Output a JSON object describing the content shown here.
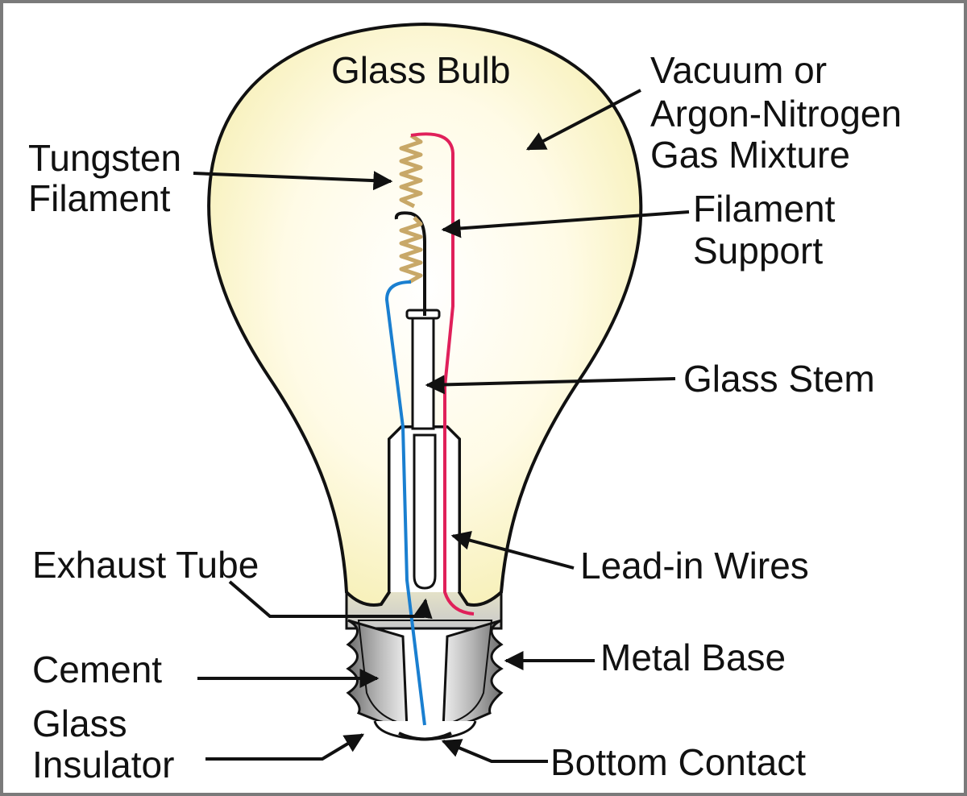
{
  "colors": {
    "bulb_glow": "#fffbe0",
    "bulb_edge": "#f6efb4",
    "outline": "#111111",
    "filament": "#c8a868",
    "lead_red": "#e0205a",
    "lead_blue": "#1a7fd0",
    "metal_base": "#9a9a9a",
    "frame": "#7a7a7a"
  },
  "labels": {
    "glass_bulb": "Glass Bulb",
    "vacuum_line1": "Vacuum or",
    "vacuum_line2": "Argon-Nitrogen",
    "vacuum_line3": "Gas Mixture",
    "tungsten_line1": "Tungsten",
    "tungsten_line2": "Filament",
    "support_line1": "Filament",
    "support_line2": "Support",
    "glass_stem": "Glass Stem",
    "exhaust_tube": "Exhaust Tube",
    "lead_in_wires": "Lead-in Wires",
    "metal_base": "Metal Base",
    "cement": "Cement",
    "insulator_line1": "Glass",
    "insulator_line2": "Insulator",
    "bottom_contact": "Bottom Contact"
  }
}
